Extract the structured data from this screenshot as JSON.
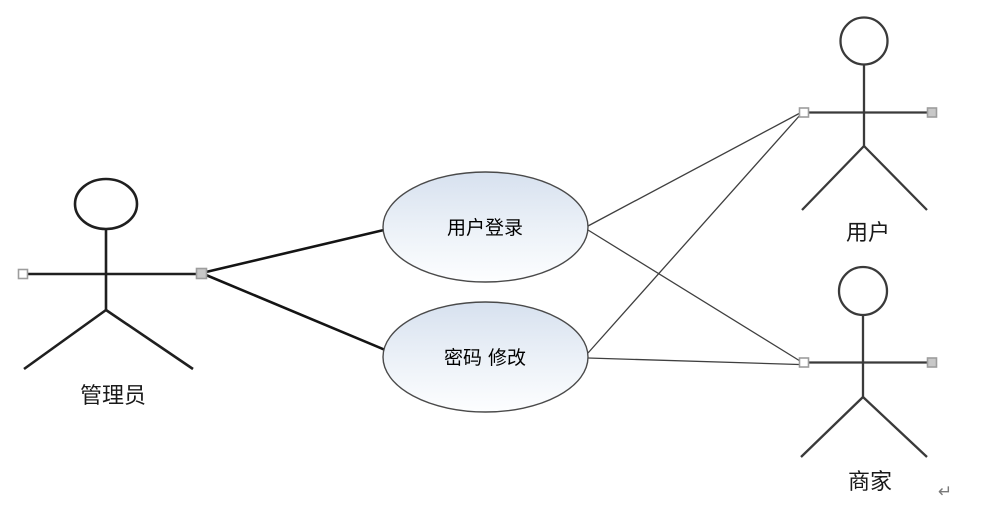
{
  "diagram": {
    "type": "uml-use-case-diagram",
    "actors": [
      {
        "id": "admin",
        "label": "管理员",
        "position": "left"
      },
      {
        "id": "user",
        "label": "用户",
        "position": "top-right"
      },
      {
        "id": "merchant",
        "label": "商家",
        "position": "bottom-right"
      }
    ],
    "use_cases": [
      {
        "id": "login",
        "label": "用户登录"
      },
      {
        "id": "password",
        "label": "密码 修改"
      }
    ],
    "associations": [
      {
        "from": "admin",
        "to": "login",
        "style": "thick"
      },
      {
        "from": "admin",
        "to": "password",
        "style": "thick"
      },
      {
        "from": "login",
        "to": "user",
        "style": "thin"
      },
      {
        "from": "login",
        "to": "merchant",
        "style": "thin"
      },
      {
        "from": "password",
        "to": "user",
        "style": "thin"
      },
      {
        "from": "password",
        "to": "merchant",
        "style": "thin"
      }
    ],
    "paragraph_mark": "↵",
    "colors": {
      "background": "#ffffff",
      "shape_stroke": "#2b2b2b",
      "connector_thin": "#3f3f3f",
      "connector_thick": "#141414",
      "ellipse_fill_top": "#d7e1ef",
      "ellipse_fill_mid": "#edf2f8",
      "ellipse_fill_bottom": "#fdfeff",
      "handle_fill_white": "#ffffff",
      "handle_fill_gray": "#c8c8c8",
      "handle_stroke": "#9d9d9d",
      "text": "#000000",
      "paragraph_mark_color": "#7a7a7a"
    }
  }
}
